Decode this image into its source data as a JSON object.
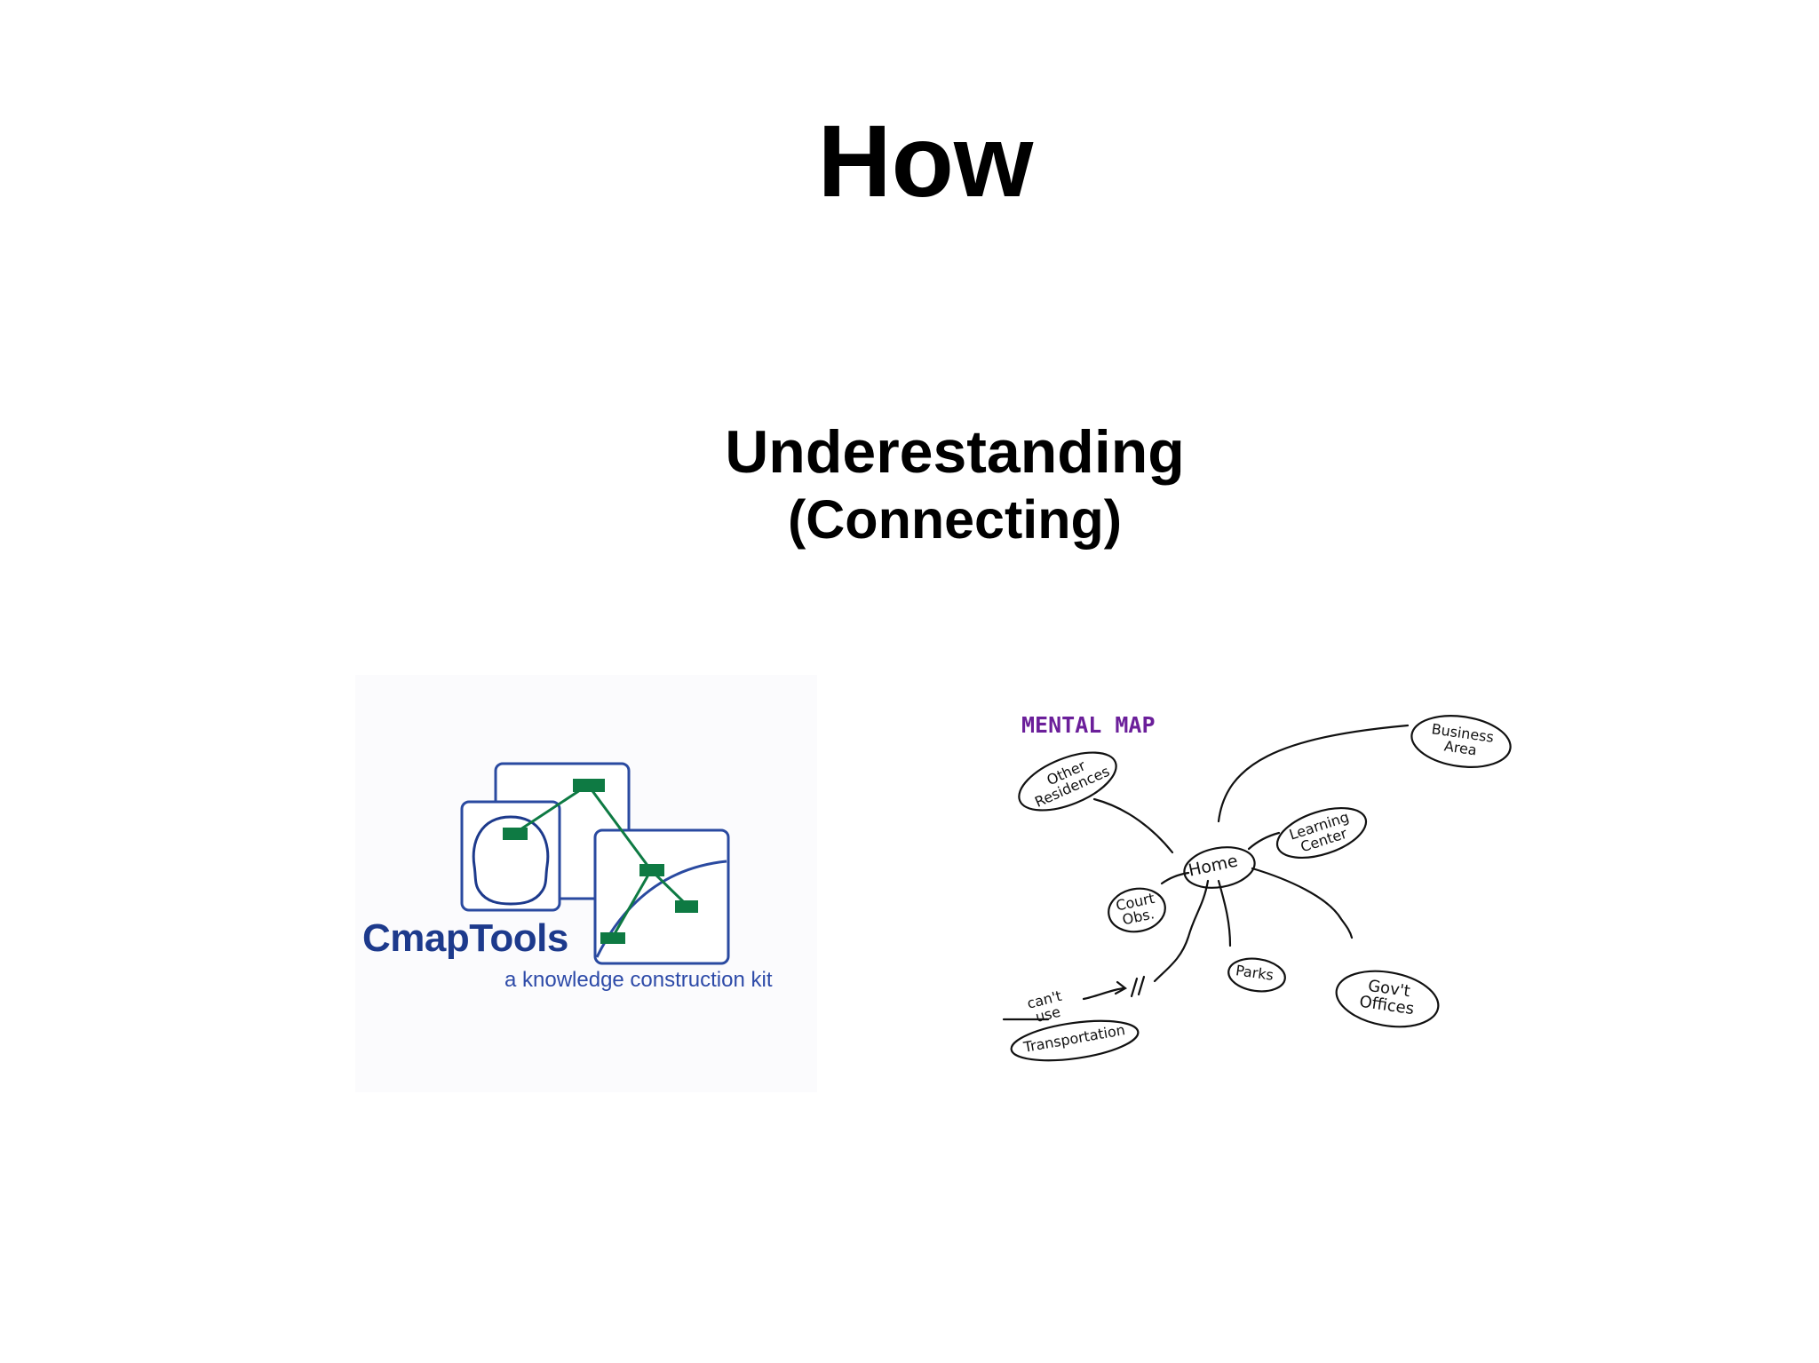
{
  "slide": {
    "title": "How",
    "subtitle_line1": "Underestanding",
    "subtitle_line2": "(Connecting)"
  },
  "logo": {
    "name": "CmapTools",
    "tagline": "a knowledge construction kit",
    "colors": {
      "blue": "#2a4aa0",
      "green": "#0e7a43"
    }
  },
  "mental_map": {
    "title": "MENTAL MAP",
    "center": "Home",
    "nodes": {
      "business_area": "Business Area",
      "other_residences": "Other Residences",
      "learning_center": "Learning Center",
      "court_obs": "Court Obs.",
      "parks": "Parks",
      "govt_offices": "Gov't Offices",
      "transportation": "Transportation",
      "cant_use": "can't use"
    },
    "colors": {
      "title": "#6b1f9a",
      "ink": "#111111"
    }
  }
}
